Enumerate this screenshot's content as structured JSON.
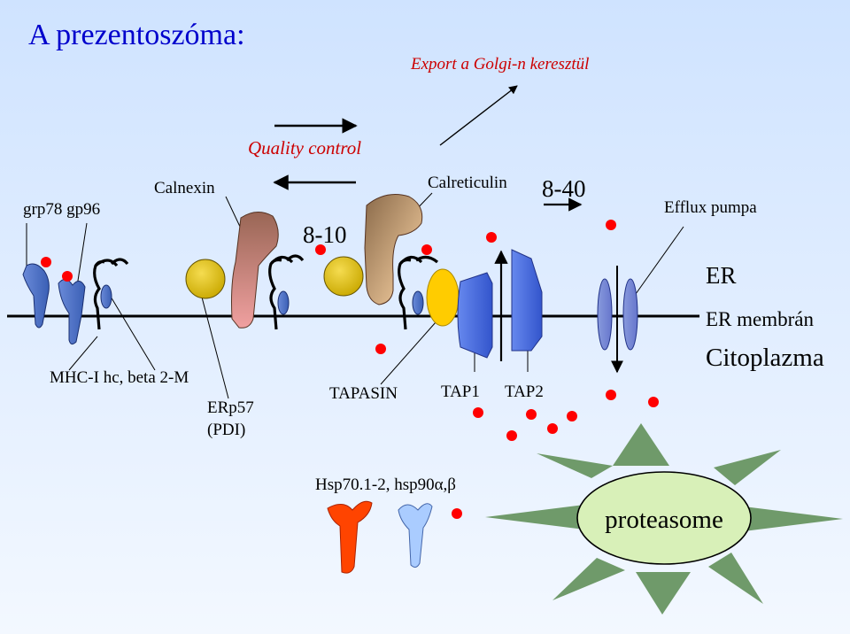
{
  "title": "A prezentoszóma:",
  "labels": {
    "export": "Export a Golgi-n keresztül",
    "quality_control": "Quality control",
    "grp78_gp96": "grp78 gp96",
    "calnexin": "Calnexin",
    "calreticulin": "Calreticulin",
    "range_8_40": "8-40",
    "range_8_10": "8-10",
    "efflux_pump": "Efflux pumpa",
    "er": "ER",
    "er_membrane": "ER membrán",
    "cytoplasm": "Citoplazma",
    "mhc_i": "MHC-I hc, beta 2-M",
    "erp57_line1": "ERp57",
    "erp57_line2": "(PDI)",
    "tapasin": "TAPASIN",
    "tap1": "TAP1",
    "tap2": "TAP2",
    "hsp": "Hsp70.1-2, hsp90α,β",
    "proteasome": "proteasome"
  },
  "colors": {
    "background_top": "#cfe3ff",
    "background_bottom": "#f3f8ff",
    "title": "#0000cc",
    "italic_label": "#cc0000",
    "peptide": "#ff0000",
    "proteasome_fill": "#d8f0b8",
    "ray_fill": "#6f9a6a",
    "mhc_blue": "#3a5fb5",
    "tap_blue": "#3355cc",
    "efflux": "#6677cc",
    "erp57_gold": "#c9a800",
    "calnexin_top": "#996655",
    "calnexin_bottom": "#f0a0a0",
    "calreticulin_top": "#8a6a4a",
    "calreticulin_bottom": "#ffd8a8",
    "tapasin_yellow": "#ffcc00",
    "hsp70": "#ff4400",
    "hsp90": "#aaccff"
  }
}
